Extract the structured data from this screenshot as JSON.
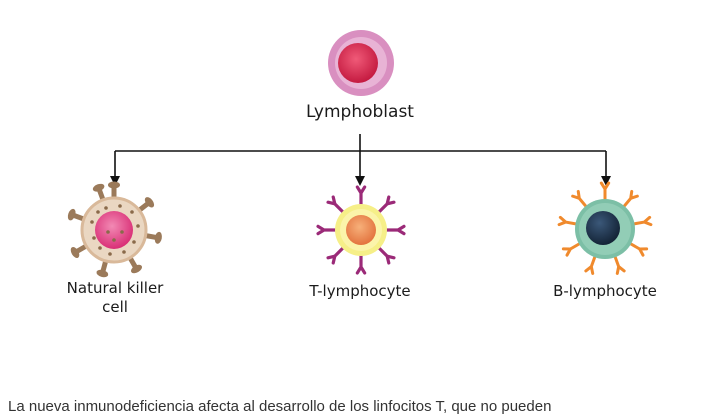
{
  "diagram": {
    "root": {
      "label": "Lymphoblast",
      "icon": "lymphoblast-cell-icon"
    },
    "children": [
      {
        "label": "Natural killer\ncell",
        "icon": "natural-killer-cell-icon"
      },
      {
        "label": "T-lymphocyte",
        "icon": "t-lymphocyte-cell-icon"
      },
      {
        "label": "B-lymphocyte",
        "icon": "b-lymphocyte-cell-icon"
      }
    ]
  },
  "caption": "La nueva inmunodeficiencia afecta al desarrollo de los linfocitos T, que no pueden",
  "colors": {
    "lymphoblast_outer": "#d98fc0",
    "lymphoblast_nucleus": "#d9234b",
    "nk_body": "#ead7c2",
    "nk_nucleus": "#e23d86",
    "nk_spikes": "#9b7a5a",
    "t_body": "#f6ef88",
    "t_nucleus": "#f28c55",
    "t_receptors": "#9b2a78",
    "b_body": "#7cbfa6",
    "b_nucleus": "#1d3148",
    "b_receptors": "#f08a2d",
    "arrows": "#111111"
  }
}
